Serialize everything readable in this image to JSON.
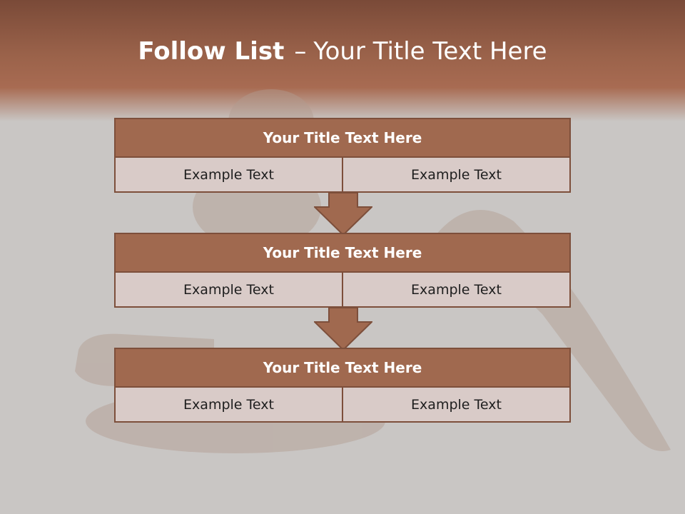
{
  "slide": {
    "title_bold": "Follow List",
    "title_dash": "–",
    "title_rest": "Your Title Text Here"
  },
  "blocks": [
    {
      "title": "Your Title Text Here",
      "left": "Example Text",
      "right": "Example Text"
    },
    {
      "title": "Your Title Text Here",
      "left": "Example Text",
      "right": "Example Text"
    },
    {
      "title": "Your Title Text Here",
      "left": "Example Text",
      "right": "Example Text"
    }
  ],
  "colors": {
    "header": "#a0694f",
    "border": "#7d4f3b",
    "cell": "#d9cbc8",
    "background": "#c9c6c4"
  },
  "icons": [
    "down-arrow-icon",
    "down-arrow-icon"
  ]
}
